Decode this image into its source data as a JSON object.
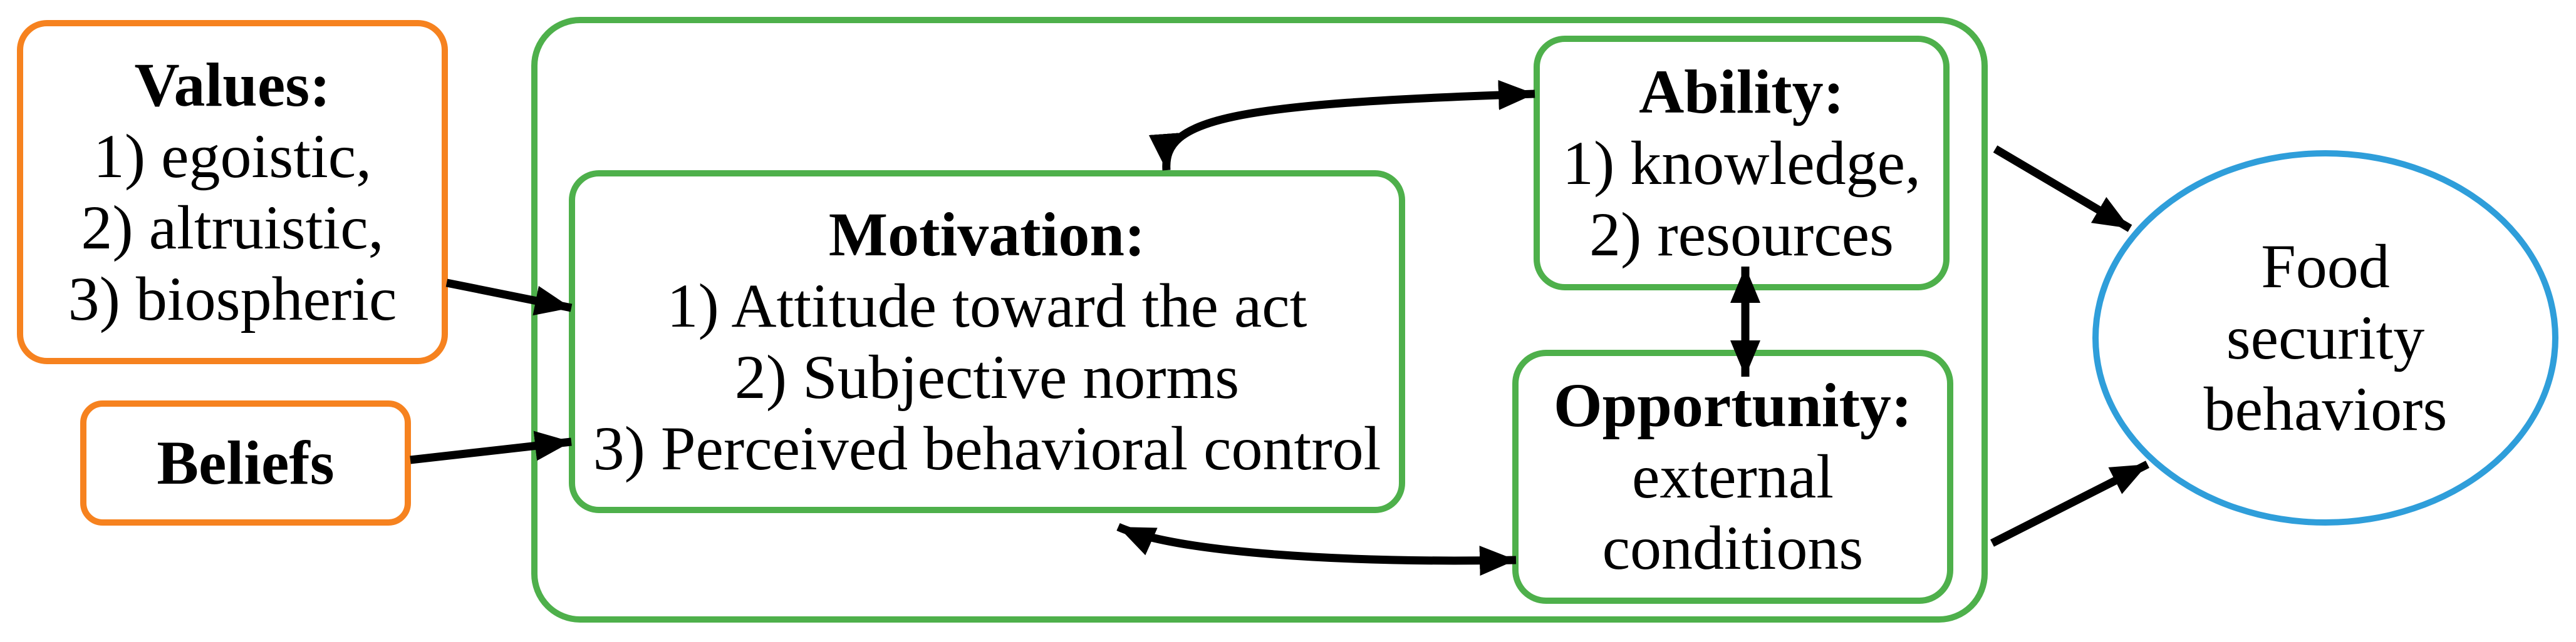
{
  "colors": {
    "orange": "#F6821F",
    "green": "#4EB04B",
    "blue": "#2F9EDA",
    "arrow": "#000000"
  },
  "boxes": {
    "values": {
      "title": "Values:",
      "items": [
        "1) egoistic,",
        "2) altruistic,",
        "3) biospheric"
      ]
    },
    "beliefs": {
      "title": "Beliefs"
    },
    "motivation": {
      "title": "Motivation:",
      "items": [
        "1) Attitude toward the act",
        "2) Subjective norms",
        "3) Perceived behavioral control"
      ]
    },
    "ability": {
      "title": "Ability:",
      "items": [
        "1) knowledge,",
        "2) resources"
      ]
    },
    "opportunity": {
      "title": "Opportunity:",
      "items": [
        "external",
        "conditions"
      ]
    },
    "outcome": {
      "lines": [
        "Food",
        "security",
        "behaviors"
      ]
    }
  },
  "connections": [
    {
      "from": "values",
      "to": "motivation",
      "type": "one-way"
    },
    {
      "from": "beliefs",
      "to": "motivation",
      "type": "one-way"
    },
    {
      "from": "motivation",
      "to": "ability",
      "type": "two-way"
    },
    {
      "from": "motivation",
      "to": "opportunity",
      "type": "two-way"
    },
    {
      "from": "ability",
      "to": "opportunity",
      "type": "two-way"
    },
    {
      "from": "ability",
      "to": "outcome",
      "type": "one-way"
    },
    {
      "from": "opportunity",
      "to": "outcome",
      "type": "one-way"
    }
  ]
}
